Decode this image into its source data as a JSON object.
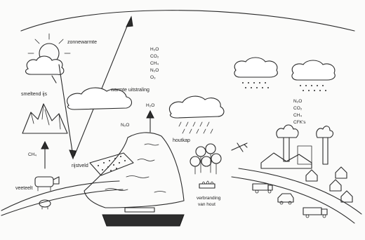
{
  "labels": {
    "zonnewarmte": "zonnewarmte",
    "warmte_uitstraling": "warmte uitstraling",
    "smeltend_ijs": "smeltend ijs",
    "rijstveld": "rijstveld",
    "veeteelt": "veeteelt",
    "houtkap": "houtkap",
    "verbranding_van_hout": [
      "verbranding",
      "van hout"
    ]
  },
  "gases": {
    "top_column": [
      "H₂O",
      "CO₂",
      "CH₄",
      "N₂O",
      "O₃"
    ],
    "h2o_arrow": "H₂O",
    "n2o_land": "N₂O",
    "ch4_arrow": "CH₄",
    "industry_column": [
      "N₂O",
      "CO₂",
      "CH₄",
      "CFK's"
    ]
  }
}
